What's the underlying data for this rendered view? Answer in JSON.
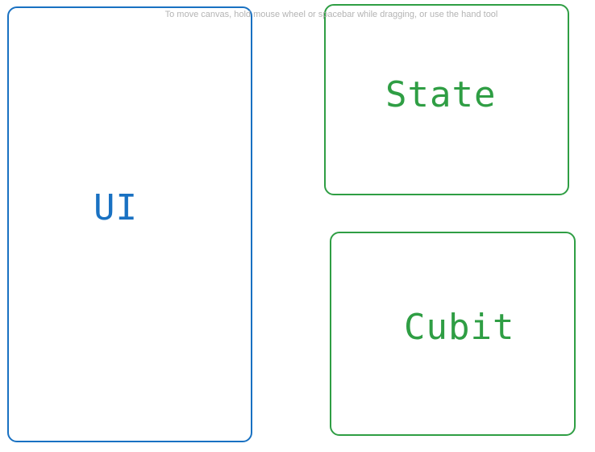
{
  "canvas": {
    "hint": "To move canvas, hold mouse wheel or spacebar while dragging, or use the hand tool"
  },
  "shapes": {
    "ui": {
      "label": "UI",
      "stroke": "#1971c2"
    },
    "state": {
      "label": "State",
      "stroke": "#2f9e44"
    },
    "cubit": {
      "label": "Cubit",
      "stroke": "#2f9e44"
    }
  }
}
